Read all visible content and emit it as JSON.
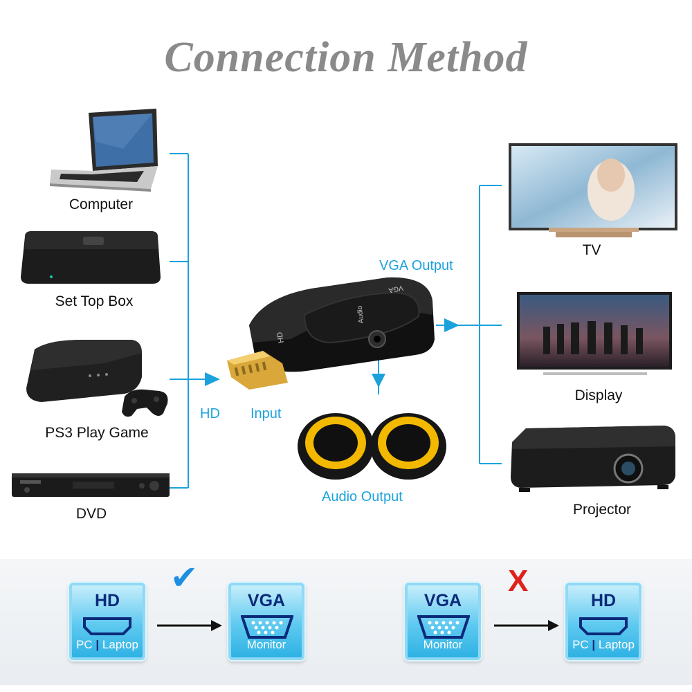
{
  "title": "Connection Method",
  "sources": [
    {
      "label": "Computer"
    },
    {
      "label": "Set Top Box"
    },
    {
      "label": "PS3 Play Game"
    },
    {
      "label": "DVD"
    }
  ],
  "outputs": [
    {
      "label": "TV"
    },
    {
      "label": "Display"
    },
    {
      "label": "Projector"
    }
  ],
  "adapter": {
    "hd_label": "HD",
    "input_label": "Input",
    "vga_output_label": "VGA Output",
    "audio_output_label": "Audio Output",
    "printed_hd": "HD",
    "printed_vga": "VGA",
    "printed_audio": "Audio"
  },
  "compatibility": {
    "valid": {
      "mark": "✔",
      "from": {
        "top": "HD",
        "bottom_left": "PC",
        "bottom_right": "Laptop"
      },
      "to": {
        "top": "VGA",
        "bottom": "Monitor"
      }
    },
    "invalid": {
      "mark": "X",
      "from": {
        "top": "VGA",
        "bottom": "Monitor"
      },
      "to": {
        "top": "HD",
        "bottom_left": "PC",
        "bottom_right": "Laptop"
      }
    }
  },
  "colors": {
    "line": "#1ba2dc",
    "title": "#8a8a8a",
    "check": "#1e8fe0",
    "cross": "#e0201b"
  }
}
